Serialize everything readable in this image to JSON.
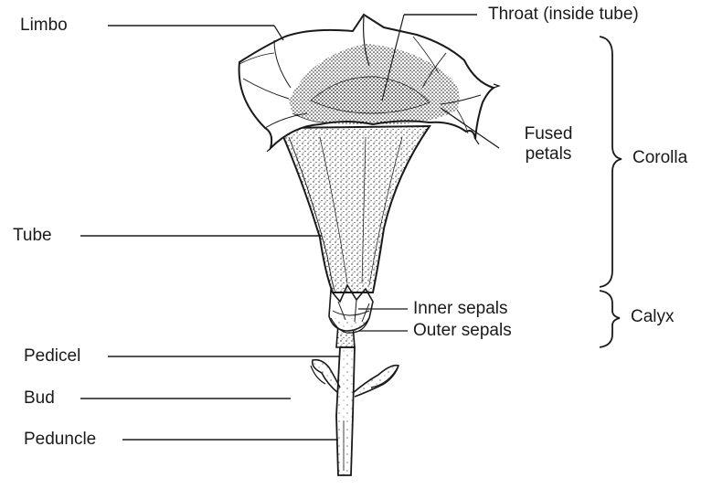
{
  "labels": {
    "limbo": "Limbo",
    "throat": "Throat (inside tube)",
    "fused_petals_line1": "Fused",
    "fused_petals_line2": "petals",
    "corolla": "Corolla",
    "tube": "Tube",
    "inner_sepals": "Inner sepals",
    "outer_sepals": "Outer sepals",
    "calyx": "Calyx",
    "pedicel": "Pedicel",
    "bud": "Bud",
    "peduncle": "Peduncle"
  },
  "colors": {
    "ink": "#1a1a1a",
    "background": "#ffffff"
  }
}
